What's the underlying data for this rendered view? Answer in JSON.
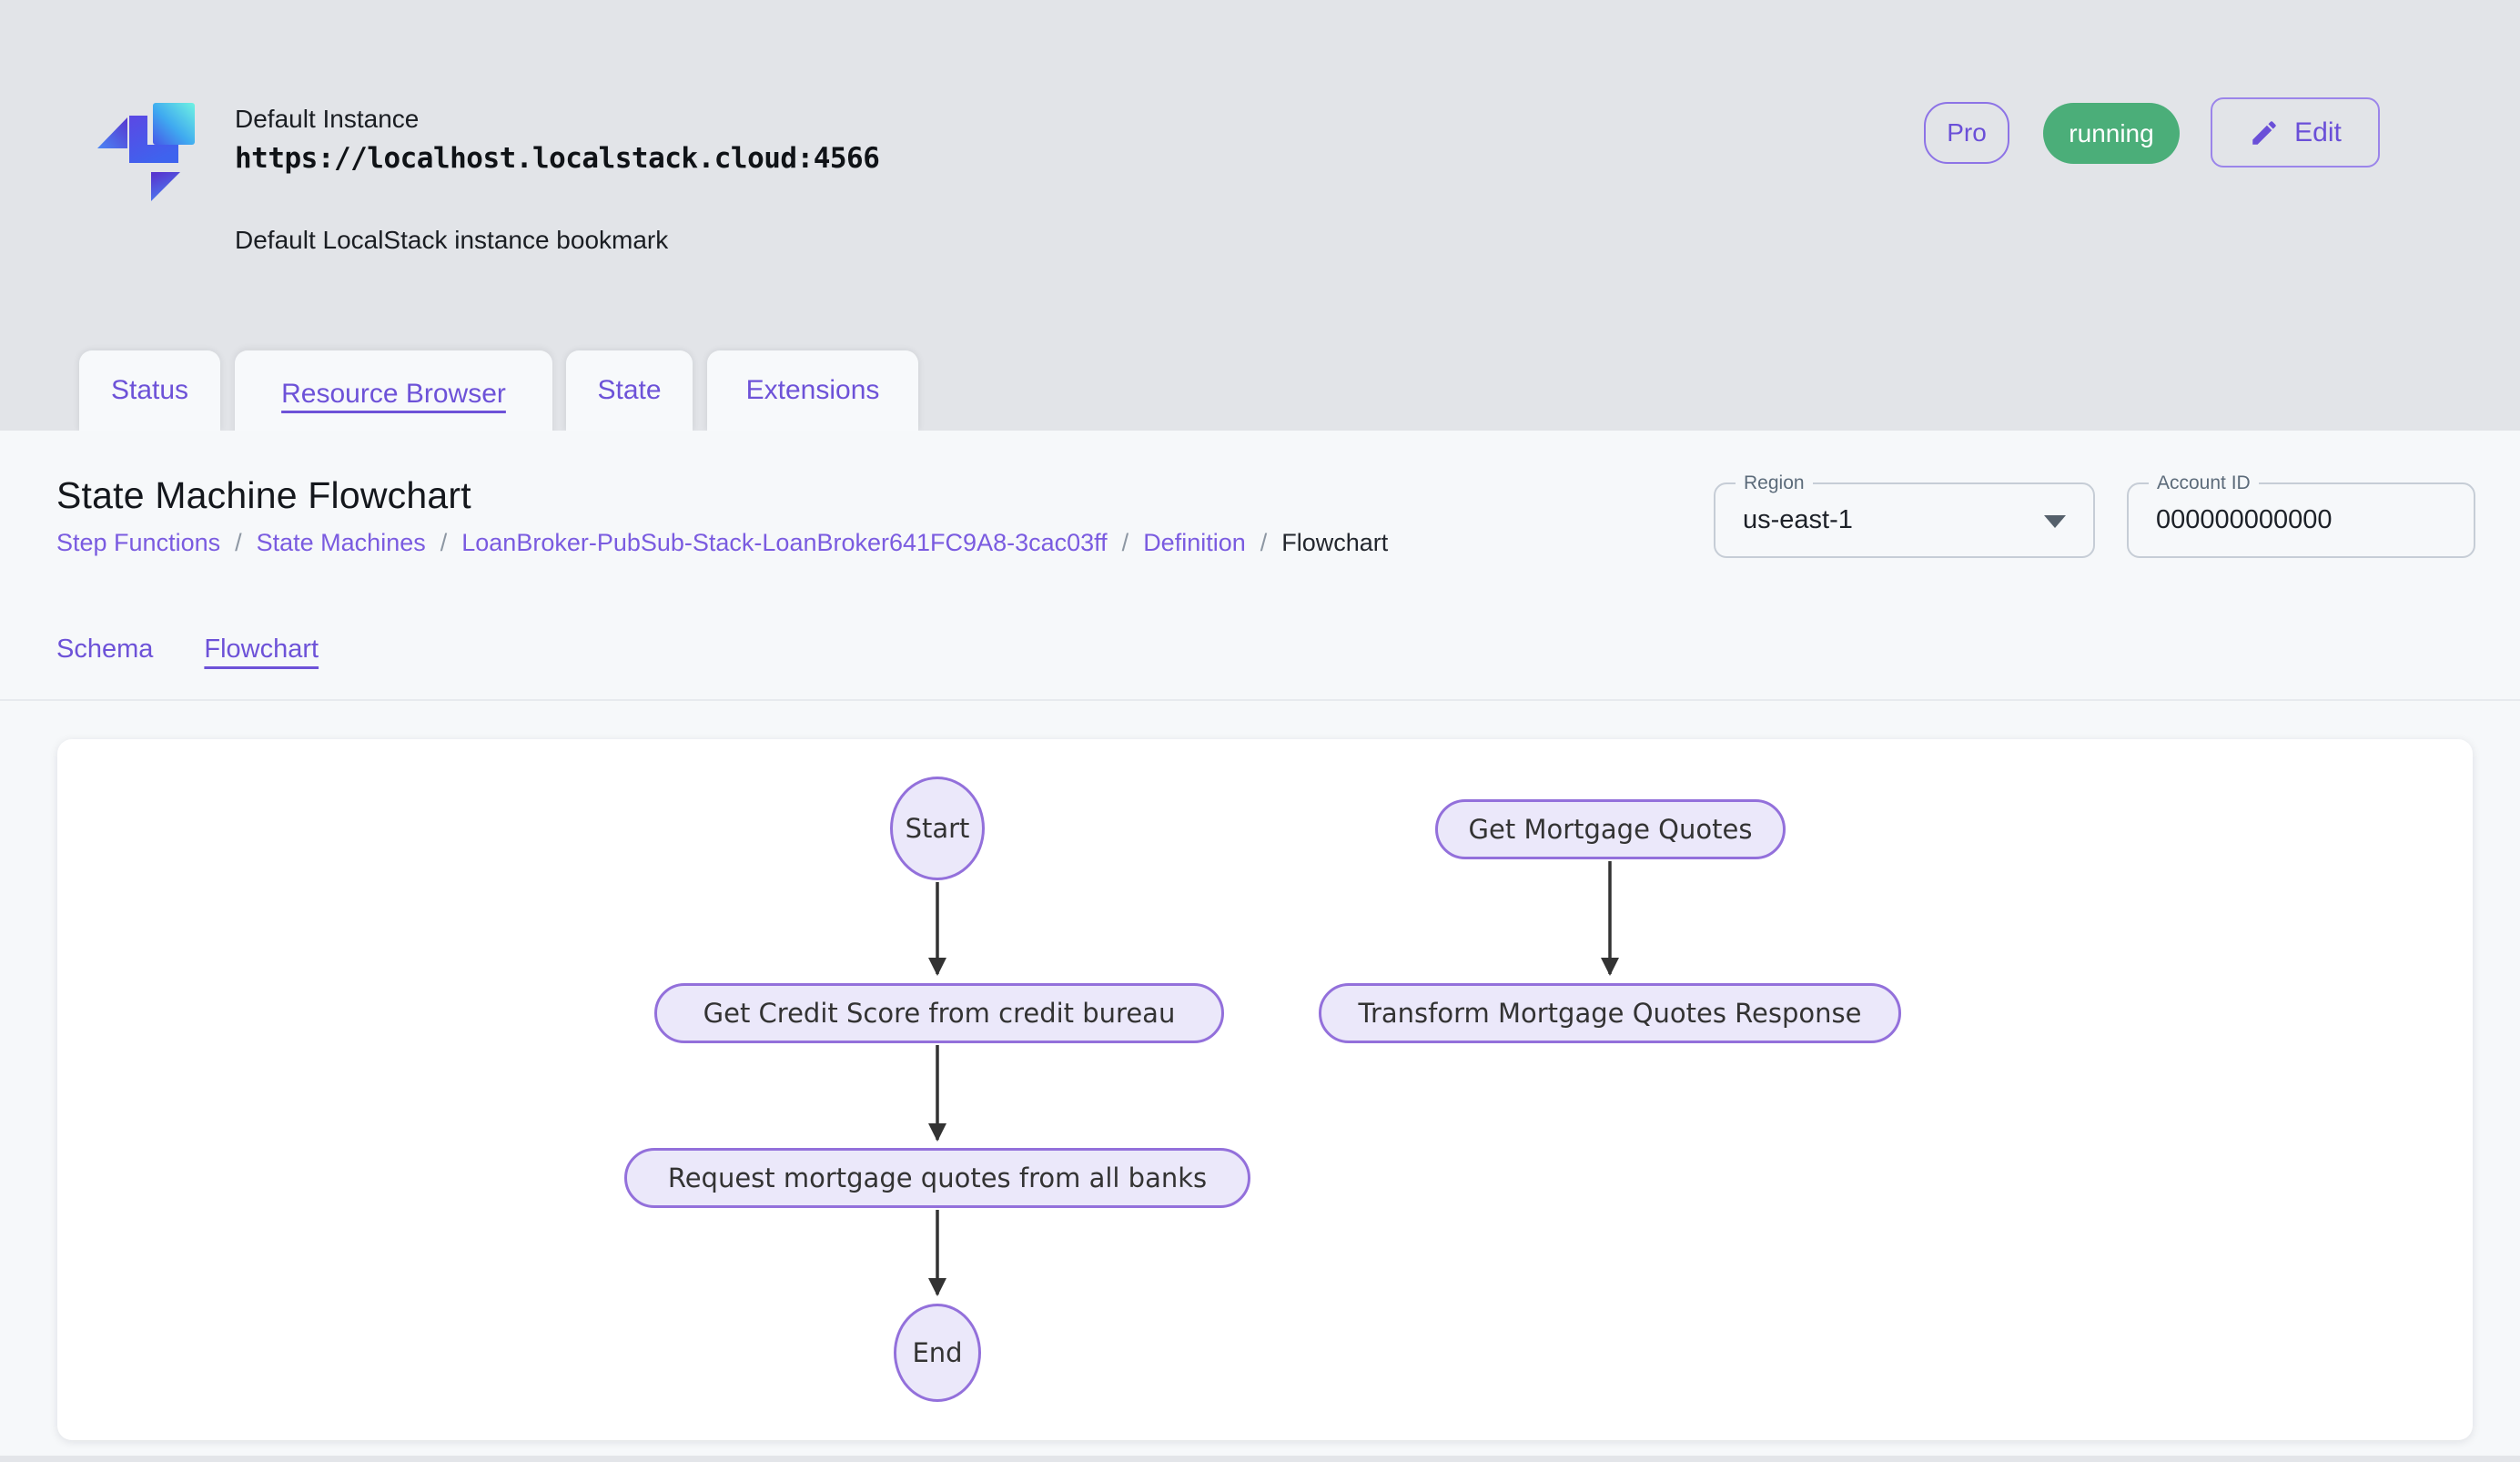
{
  "header": {
    "instance_name": "Default Instance",
    "instance_url": "https://localhost.localstack.cloud:4566",
    "instance_description": "Default LocalStack instance bookmark",
    "pro_badge": "Pro",
    "status_badge": "running",
    "edit_button": "Edit"
  },
  "tabs": [
    {
      "label": "Status",
      "active": false
    },
    {
      "label": "Resource Browser",
      "active": true
    },
    {
      "label": "State",
      "active": false
    },
    {
      "label": "Extensions",
      "active": false
    }
  ],
  "page": {
    "title": "State Machine Flowchart",
    "breadcrumb_separator": "/",
    "breadcrumb": [
      {
        "label": "Step Functions"
      },
      {
        "label": "State Machines"
      },
      {
        "label": "LoanBroker-PubSub-Stack-LoanBroker641FC9A8-3cac03ff"
      },
      {
        "label": "Definition"
      },
      {
        "label": "Flowchart"
      }
    ],
    "region_field": {
      "label": "Region",
      "value": "us-east-1"
    },
    "account_field": {
      "label": "Account ID",
      "value": "000000000000"
    },
    "subtabs": [
      {
        "label": "Schema",
        "active": false
      },
      {
        "label": "Flowchart",
        "active": true
      }
    ]
  },
  "flowchart": {
    "nodes": [
      {
        "id": "start",
        "label": "Start",
        "shape": "circle"
      },
      {
        "id": "get-credit-score",
        "label": "Get Credit Score from credit bureau",
        "shape": "stadium"
      },
      {
        "id": "request-quotes",
        "label": "Request mortgage quotes from all banks",
        "shape": "stadium"
      },
      {
        "id": "end",
        "label": "End",
        "shape": "circle"
      },
      {
        "id": "get-mortgage-quotes",
        "label": "Get Mortgage Quotes",
        "shape": "stadium"
      },
      {
        "id": "transform-response",
        "label": "Transform Mortgage Quotes Response",
        "shape": "stadium"
      }
    ],
    "edges": [
      {
        "from": "start",
        "to": "get-credit-score"
      },
      {
        "from": "get-credit-score",
        "to": "request-quotes"
      },
      {
        "from": "request-quotes",
        "to": "end"
      },
      {
        "from": "get-mortgage-quotes",
        "to": "transform-response"
      }
    ]
  },
  "colors": {
    "accent_purple": "#6d52d8",
    "badge_green": "#4bae79",
    "node_fill": "#ebe8fa",
    "node_stroke": "#9370db",
    "edge_color": "#333333",
    "header_bg": "#e2e4e8",
    "panel_bg": "#f6f8fa"
  }
}
